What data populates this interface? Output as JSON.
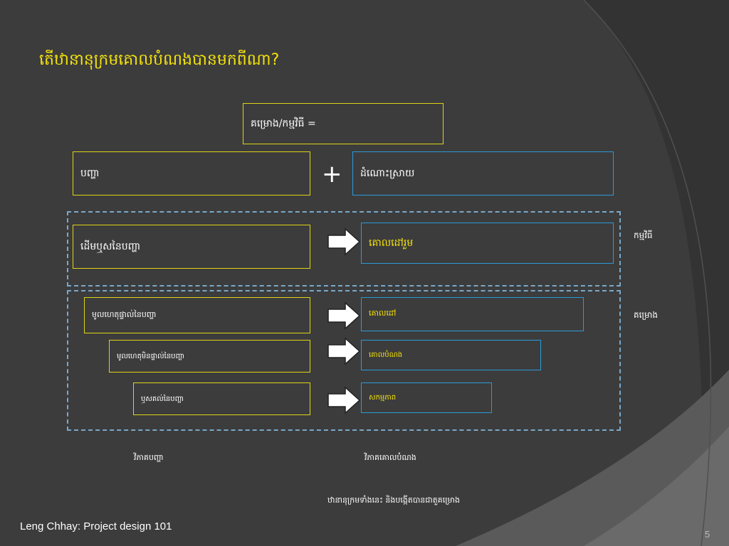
{
  "slide": {
    "title": "តើឋានានុក្រមគោលបំណងបានមកពីណា?",
    "footer": "Leng Chhay: Project design 101",
    "page_number": "5"
  },
  "diagram": {
    "header_box": "គម្រោង/កម្មវិធី =",
    "problem_box": "បញ្ហា",
    "plus_sign": "+",
    "solution_box": "ដំណោះស្រាយ",
    "rows": [
      {
        "left": "ដើមឬសនៃបញ្ហា",
        "right": "គោលដៅរួម"
      },
      {
        "left": "មូលហេតុផ្ទាល់នៃបញ្ហា",
        "right": "គោលដៅ"
      },
      {
        "left": "មូលហេតុមិនផ្ទាល់នៃបញ្ហា",
        "right": "គោលបំណង"
      },
      {
        "left": "ឫសគល់នៃបញ្ហា",
        "right": "សកម្មភាព"
      }
    ],
    "side_labels": {
      "program": "កម្មវិធី",
      "project": "គម្រោង"
    },
    "captions": {
      "problem_analysis": "វិភាគបញ្ហា",
      "objective_analysis": "វិភាគគោលបំណង",
      "note": "ឋានានុក្រមទាំងនេះ និងបង្កើតបានជាតួគម្រោង"
    }
  },
  "colors": {
    "background": "#3c3c3d",
    "title": "#f4e20a",
    "yellow_border": "#e0d414",
    "blue_border": "#2b9bd6",
    "dashed_border": "#7aa8c8"
  }
}
